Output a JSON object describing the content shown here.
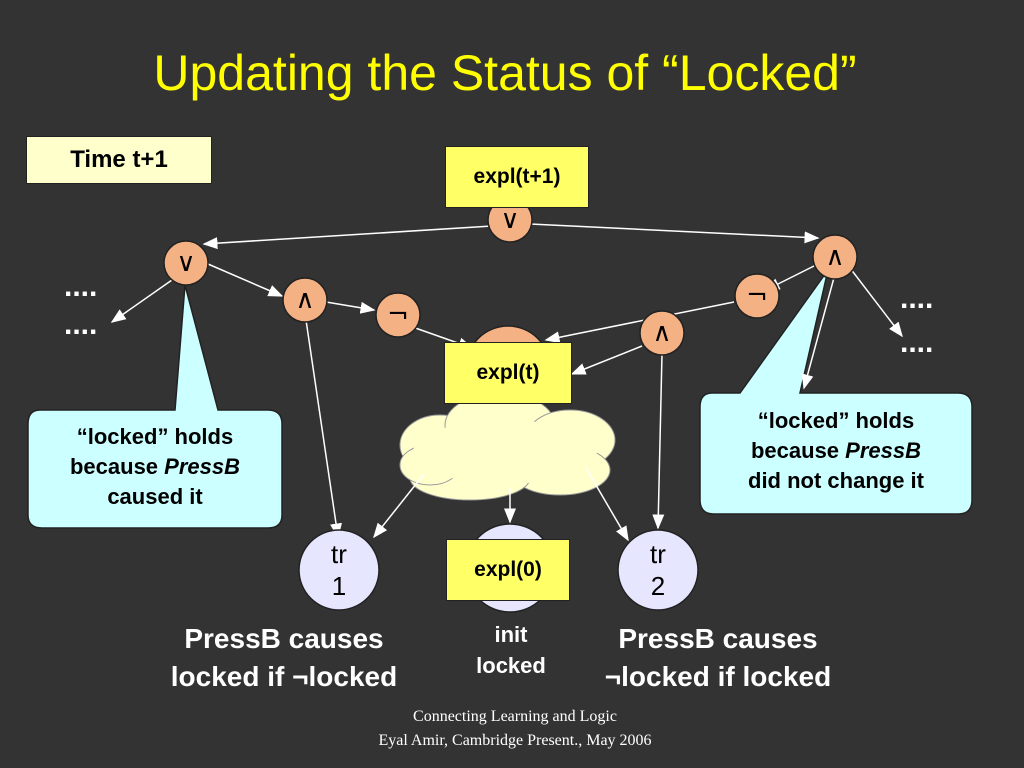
{
  "title": "Updating the Status of “Locked”",
  "time_label": "Time t+1",
  "expl_top": "expl(t+1)",
  "expl_mid": "expl(t)",
  "expl_bottom": "expl(0)",
  "node_or": "∨",
  "node_and": "∧",
  "node_not": "¬",
  "dots": "....",
  "tr1": {
    "line1": "tr",
    "line2": "1"
  },
  "tr2": {
    "line1": "tr",
    "line2": "2"
  },
  "callout_left": {
    "line1": "“locked” holds",
    "line2_prefix": "because ",
    "line2_italic": "PressB",
    "line3": "caused it"
  },
  "callout_right": {
    "line1": "“locked” holds",
    "line2_prefix": "because ",
    "line2_italic": "PressB",
    "line3": "did not change it"
  },
  "caption_left": {
    "line1": "PressB  causes",
    "line2": "locked if ¬locked"
  },
  "caption_right": {
    "line1": "PressB  causes",
    "line2": "¬locked if locked"
  },
  "init": {
    "line1": "init",
    "line2": "locked"
  },
  "footer": {
    "line1": "Connecting Learning and Logic",
    "line2": "Eyal Amir, Cambridge Present., May 2006"
  },
  "colors": {
    "background": "#333333",
    "title": "#ffff00",
    "expl_box": "#ffff66",
    "time_box": "#ffffcc",
    "gate_node": "#f4b183",
    "tr_node": "#e6e6ff",
    "callout": "#ccffff",
    "cloud": "#ffffcc"
  }
}
